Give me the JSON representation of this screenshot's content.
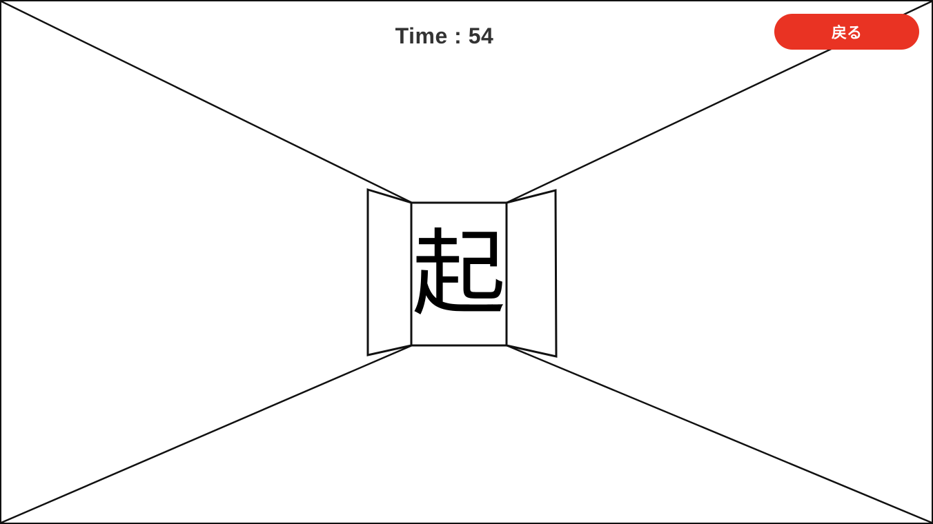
{
  "hud": {
    "time_label": "Time",
    "time_separator": " : ",
    "time_value": "54"
  },
  "back_button": {
    "label": "戻る",
    "color": "#e93323"
  },
  "door": {
    "kanji": "起"
  },
  "colors": {
    "background": "#ffffff",
    "lines": "#111111"
  }
}
